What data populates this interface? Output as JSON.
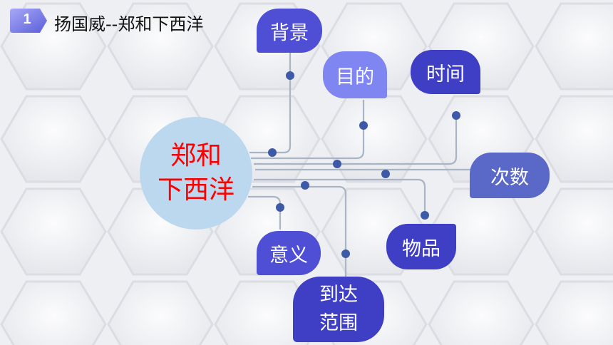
{
  "header": {
    "badge_number": "1",
    "title": "扬国威--郑和下西洋"
  },
  "center": {
    "line1": "郑和",
    "line2": "下西洋"
  },
  "nodes": {
    "background": "背景",
    "purpose": "目的",
    "time": "时间",
    "count": "次数",
    "goods": "物品",
    "significance": "意义",
    "reach_line1": "到达",
    "reach_line2": "范围"
  },
  "colors": {
    "center_text": "#ff0000",
    "center_fill": "#bcd8ee",
    "node_dark": "#3f3fc6",
    "node_light": "#7f86f2",
    "connector": "#a9b4c4",
    "dot": "#3d5aa8"
  }
}
